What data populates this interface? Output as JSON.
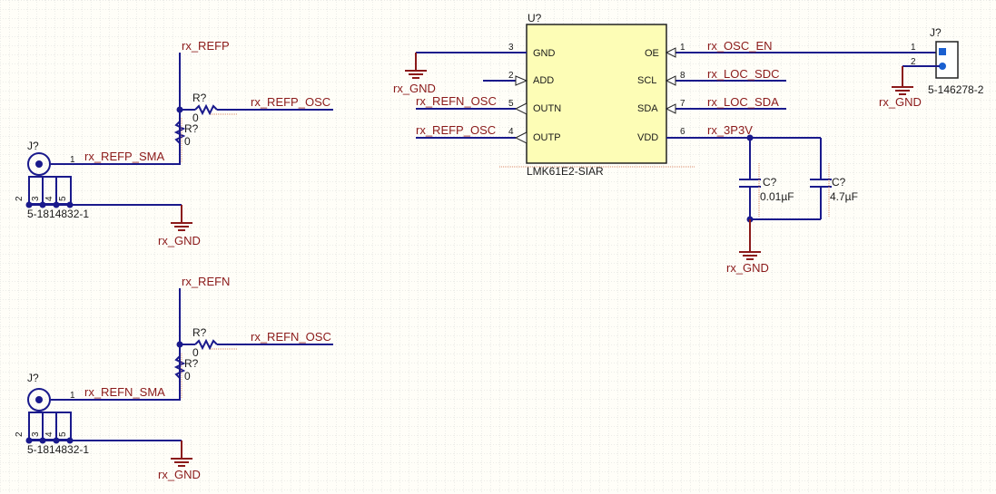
{
  "colors": {
    "background": "#fffef8",
    "grid": "#d9d9d9",
    "wire": "#1a1a8c",
    "net_label": "#8b1a1a",
    "ic_body": "#fdfdb6",
    "junction": "#1a1a8c"
  },
  "ic": {
    "designator": "U?",
    "part": "LMK61E2-SIAR",
    "pins_left": [
      {
        "num": "3",
        "name": "GND"
      },
      {
        "num": "2",
        "name": "ADD"
      },
      {
        "num": "5",
        "name": "OUTN"
      },
      {
        "num": "4",
        "name": "OUTP"
      }
    ],
    "pins_right": [
      {
        "num": "1",
        "name": "OE"
      },
      {
        "num": "8",
        "name": "SCL"
      },
      {
        "num": "7",
        "name": "SDA"
      },
      {
        "num": "6",
        "name": "VDD"
      }
    ]
  },
  "nets": {
    "ic_left": [
      "rx_GND",
      "rx_REFN_OSC",
      "rx_REFP_OSC"
    ],
    "ic_right": [
      "rx_OSC_EN",
      "rx_LOC_SDC",
      "rx_LOC_SDA",
      "rx_3P3V"
    ],
    "header_gnd": "rx_GND",
    "cap_gnd": "rx_GND"
  },
  "header": {
    "designator": "J?",
    "part": "5-146278-2",
    "pins": [
      "1",
      "2"
    ]
  },
  "caps": [
    {
      "designator": "C?",
      "value": "0.01µF"
    },
    {
      "designator": "C?",
      "value": "4.7µF"
    }
  ],
  "sma_blocks": [
    {
      "top_net": "rx_REFP",
      "osc_net": "rx_REFP_OSC",
      "sma_net": "rx_REFP_SMA",
      "gnd_net": "rx_GND",
      "r_series": {
        "designator": "R?",
        "value": "0"
      },
      "r_shunt": {
        "designator": "R?",
        "value": "0"
      },
      "connector": {
        "designator": "J?",
        "part": "5-1814832-1",
        "pin_signal": "1",
        "pins_gnd": [
          "2",
          "3",
          "4",
          "5"
        ]
      }
    },
    {
      "top_net": "rx_REFN",
      "osc_net": "rx_REFN_OSC",
      "sma_net": "rx_REFN_SMA",
      "gnd_net": "rx_GND",
      "r_series": {
        "designator": "R?",
        "value": "0"
      },
      "r_shunt": {
        "designator": "R?",
        "value": "0"
      },
      "connector": {
        "designator": "J?",
        "part": "5-1814832-1",
        "pin_signal": "1",
        "pins_gnd": [
          "2",
          "3",
          "4",
          "5"
        ]
      }
    }
  ]
}
